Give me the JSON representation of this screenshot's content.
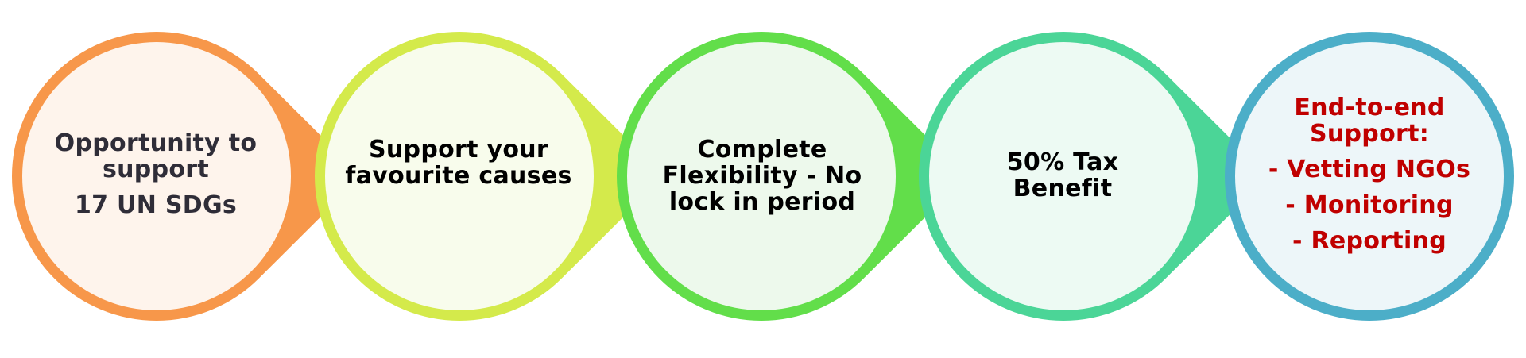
{
  "steps": [
    {
      "lines": [
        "Opportunity to support",
        "17 UN SDGs"
      ],
      "ring_color": "#F7974A",
      "fill_color": "#FEF4EC",
      "text_color": "#2F2D38"
    },
    {
      "lines": [
        "Support your favourite causes"
      ],
      "ring_color": "#D4EA4B",
      "fill_color": "#F8FCEC",
      "text_color": "#000000"
    },
    {
      "lines": [
        "Complete Flexibility - No lock in period"
      ],
      "ring_color": "#62DE4A",
      "fill_color": "#EDF9EC",
      "text_color": "#000000"
    },
    {
      "lines": [
        "50% Tax Benefit"
      ],
      "ring_color": "#4BD597",
      "fill_color": "#EDFAF3",
      "text_color": "#000000"
    },
    {
      "lines": [
        "End-to-end Support:",
        "- Vetting NGOs",
        "- Monitoring",
        "- Reporting"
      ],
      "ring_color": "#4CAEC8",
      "fill_color": "#EDF6F9",
      "text_color": "#C00000"
    }
  ]
}
